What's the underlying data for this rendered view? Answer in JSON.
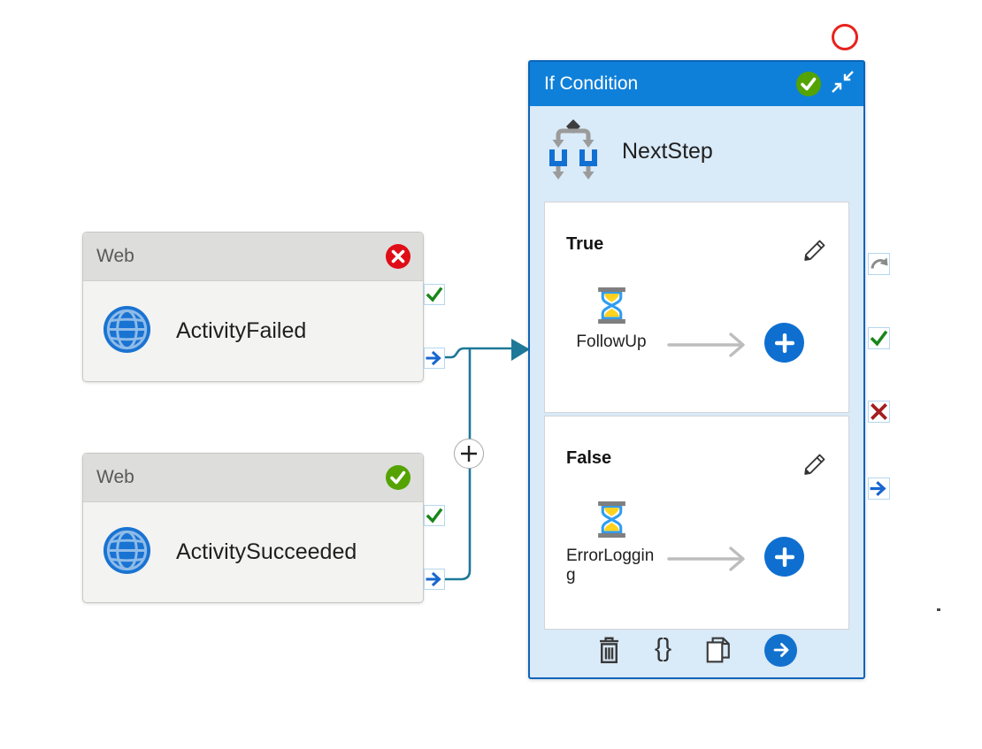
{
  "colors": {
    "accent_blue": "#0f80d9",
    "panel_bg": "#d9eaf8",
    "panel_border": "#0c64ba",
    "connector_teal": "#1e7898",
    "status_red": "#e00d17",
    "status_green": "#54a300",
    "add_button_blue": "#0e6fd0",
    "port_border_blue": "#b5d7ef",
    "annotation_red": "#e8221c"
  },
  "icons": {
    "web_activity": "globe-icon",
    "if_condition": "branch-icon",
    "wait_activity": "hourglass-icon",
    "edit": "pencil-icon",
    "delete": "trash-icon",
    "code": "braces-icon",
    "duplicate": "copy-icon",
    "navigate": "arrow-circle-icon",
    "success_port": "check-icon",
    "failure_port": "x-icon",
    "skip_port": "redo-icon",
    "completion_port": "arrow-icon",
    "add": "plus-icon",
    "collapse": "collapse-arrows-icon"
  },
  "activities": [
    {
      "type_label": "Web",
      "name": "ActivityFailed",
      "status": "failed"
    },
    {
      "type_label": "Web",
      "name": "ActivitySucceeded",
      "status": "succeeded"
    }
  ],
  "if_panel": {
    "title": "If Condition",
    "status": "succeeded",
    "activity_name": "NextStep",
    "branches": [
      {
        "label": "True",
        "child_activity": "FollowUp"
      },
      {
        "label": "False",
        "child_activity": "ErrorLogging"
      }
    ],
    "footer": {
      "braces_glyph": "{}"
    }
  }
}
